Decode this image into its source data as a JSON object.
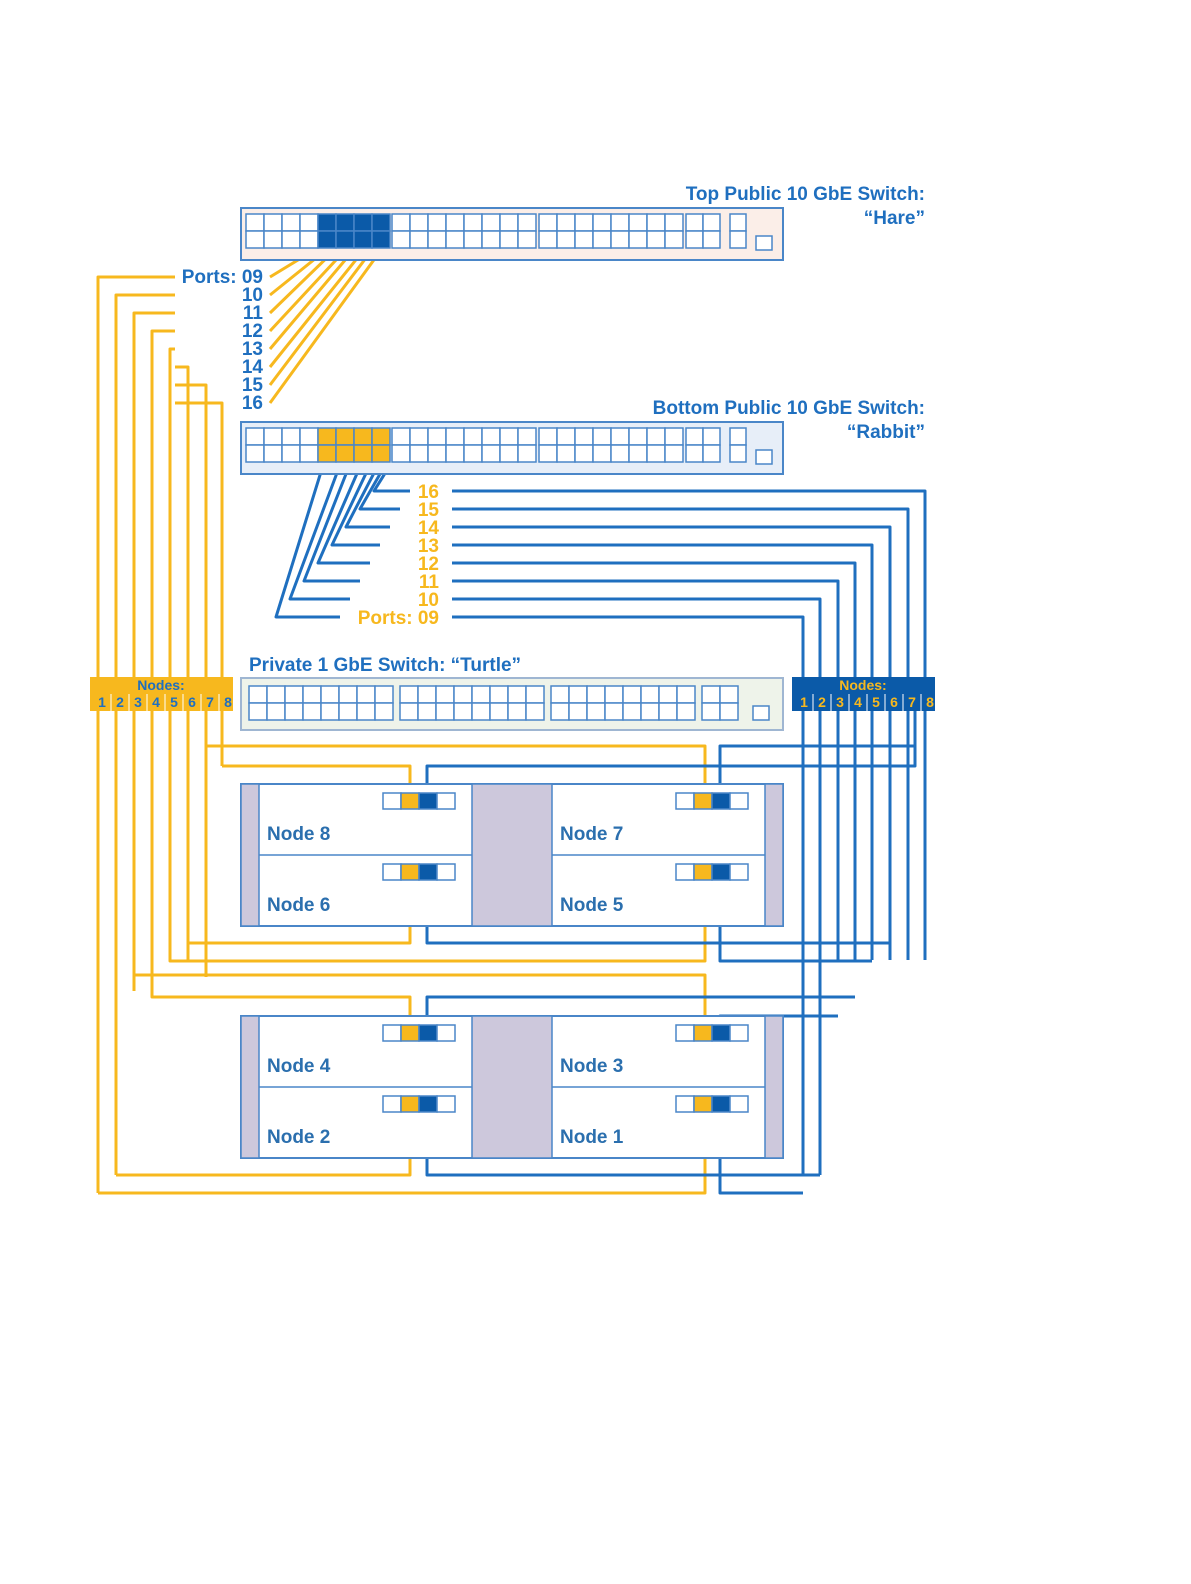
{
  "colors": {
    "yellow": "#f7b81e",
    "blue": "#1f6fbf",
    "dark_blue": "#0b5aa8",
    "hare_fill": "#fbeee8",
    "rabbit_fill": "#e7eef8",
    "turtle_fill": "#eef3ea",
    "chassis_mid": "#cdc8dc"
  },
  "switches": {
    "hare": {
      "title_line1": "Top Public 10 GbE  Switch:",
      "title_line2": "“Hare”"
    },
    "rabbit": {
      "title_line1": "Bottom Public 10 GbE  Switch:",
      "title_line2": "“Rabbit”"
    },
    "turtle": {
      "title": "Private 1 GbE  Switch: “Turtle”"
    }
  },
  "hare_ports": [
    "Ports: 09",
    "10",
    "11",
    "12",
    "13",
    "14",
    "15",
    "16"
  ],
  "rabbit_ports": [
    "16",
    "15",
    "14",
    "13",
    "12",
    "11",
    "10",
    "Ports: 09"
  ],
  "turtle_nodes": {
    "left": {
      "title": "Nodes:",
      "numbers": [
        "1",
        "2",
        "3",
        "4",
        "5",
        "6",
        "7",
        "8"
      ]
    },
    "right": {
      "title": "Nodes:",
      "numbers": [
        "1",
        "2",
        "3",
        "4",
        "5",
        "6",
        "7",
        "8"
      ]
    }
  },
  "chassis": {
    "upper": [
      "Node 8",
      "Node 7",
      "Node 6",
      "Node 5"
    ],
    "lower": [
      "Node 4",
      "Node 3",
      "Node 2",
      "Node 1"
    ]
  }
}
